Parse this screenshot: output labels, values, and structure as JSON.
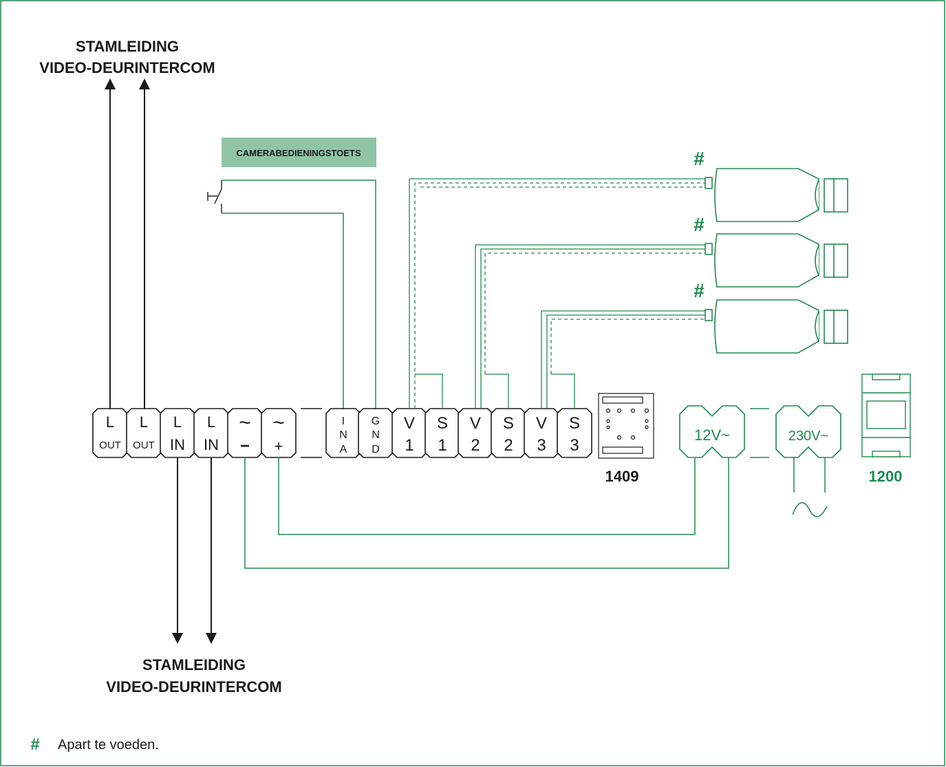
{
  "labels": {
    "top_riser_line1": "STAMLEIDING",
    "top_riser_line2": "VIDEO-DEURINTERCOM",
    "bottom_riser_line1": "STAMLEIDING",
    "bottom_riser_line2": "VIDEO-DEURINTERCOM",
    "camera_button": "CAMERABEDIENINGSTOETS",
    "module_code": "1409",
    "psu_code": "1200",
    "transformer_low": "12V~",
    "transformer_high": "230V~",
    "camera_mark": "#",
    "footnote_symbol": "#",
    "footnote_text": "Apart te voeden."
  },
  "terminals": [
    {
      "top": "L",
      "bottom": "OUT"
    },
    {
      "top": "L",
      "bottom": "OUT"
    },
    {
      "top": "L",
      "bottom": "IN"
    },
    {
      "top": "L",
      "bottom": "IN"
    },
    {
      "top": "~",
      "bottom": "−"
    },
    {
      "top": "~",
      "bottom": "+"
    }
  ],
  "terminals_right": [
    {
      "lines": [
        "I",
        "N",
        "A"
      ]
    },
    {
      "lines": [
        "G",
        "N",
        "D"
      ]
    },
    {
      "lines": [
        "V",
        "1"
      ]
    },
    {
      "lines": [
        "S",
        "1"
      ]
    },
    {
      "lines": [
        "V",
        "2"
      ]
    },
    {
      "lines": [
        "S",
        "2"
      ]
    },
    {
      "lines": [
        "V",
        "3"
      ]
    },
    {
      "lines": [
        "S",
        "3"
      ]
    }
  ],
  "colors": {
    "accent": "#1e8a4e",
    "wire": "#1e8a4e",
    "label_box": "#8fc5a5",
    "frame": "#1e8a4e",
    "ink": "#1a1a1a"
  }
}
